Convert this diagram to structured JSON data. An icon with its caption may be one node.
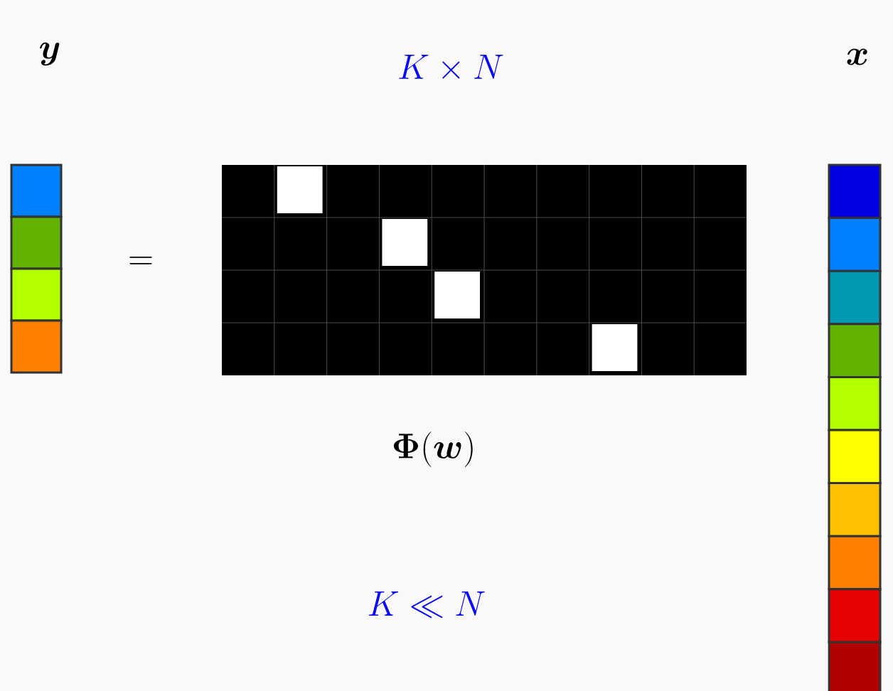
{
  "diagram": {
    "labels": [
      "\\boldsymbol{y}",
      "K \\times N",
      "\\boldsymbol{x}",
      "=",
      "\\boldsymbol{\\Phi}(\\boldsymbol{w})",
      "K \\ll N"
    ]
  }
}
